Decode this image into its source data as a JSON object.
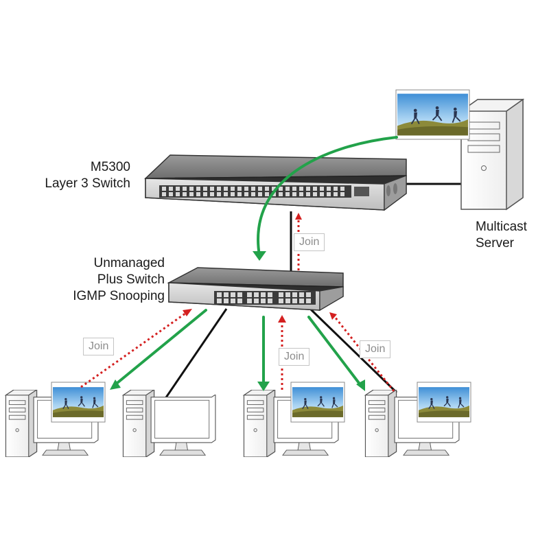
{
  "l3_switch": {
    "line1": "M5300",
    "line2": "Layer 3 Switch"
  },
  "server": {
    "line1": "Multicast",
    "line2": "Server"
  },
  "plus_switch": {
    "line1": "Unmanaged",
    "line2": "Plus Switch",
    "line3": "IGMP Snooping"
  },
  "join_label": "Join",
  "colors": {
    "multicast_stream": "#22a24a",
    "join_request": "#d42020",
    "cable": "#111111",
    "join_box_border": "#c4c4c4"
  },
  "icons": [
    "layer3-switch-icon",
    "unmanaged-switch-icon",
    "server-tower-icon",
    "desktop-pc-icon",
    "video-thumbnail-icon"
  ]
}
